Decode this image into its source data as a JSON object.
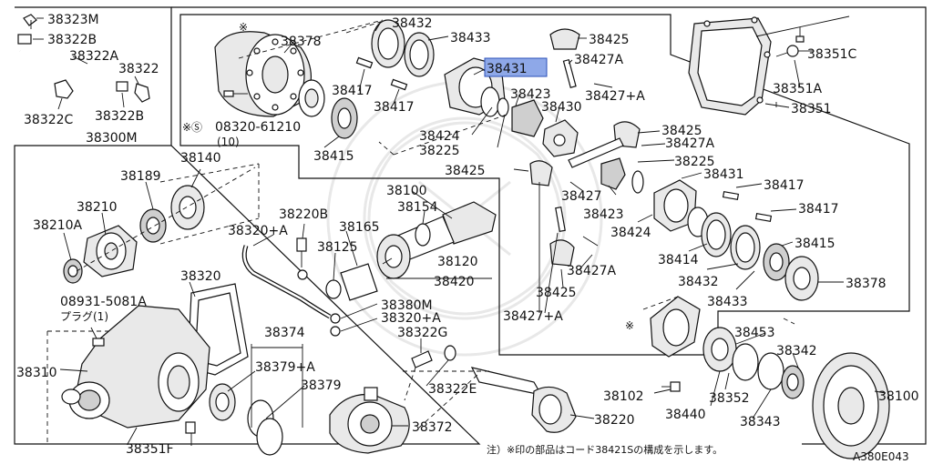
{
  "diagram_code": "A380E043",
  "footnote": "注）※印の部品はコード38421Sの構成を示します。",
  "highlighted_part": "38431",
  "highlight_color": "#8ea8e8",
  "labels": {
    "p38323M": "38323M",
    "p38322B_top": "38322B",
    "p38322A": "38322A",
    "p38322": "38322",
    "p38322C": "38322C",
    "p38322B_bot": "38322B",
    "p38300M": "38300M",
    "p38378_top": "38378",
    "p38432_top": "38432",
    "p38433_top": "38433",
    "p38425_top": "38425",
    "p38431_top": "38431",
    "p38427A_top": "38427A",
    "p38427pA_top": "38427+A",
    "p38417_a": "38417",
    "p38417_b": "38417",
    "p38423_top": "38423",
    "p38430": "38430",
    "p38424_top": "38424",
    "p38225_top": "38225",
    "p08320": "08320-61210",
    "p08320_qty": "(10)",
    "p38415_top": "38415",
    "p38425_mid": "38425",
    "p38427A_mid": "38427A",
    "p38225_mid": "38225",
    "p38425_left": "38425",
    "p38431_mid": "38431",
    "p38417_c": "38417",
    "p38417_d": "38417",
    "p38427_mid": "38427",
    "p38423_mid": "38423",
    "p38424_mid": "38424",
    "p38415_mid": "38415",
    "p38414": "38414",
    "p38432_mid": "38432",
    "p38378_mid": "38378",
    "p38433_mid": "38433",
    "p38427A_low": "38427A",
    "p38425_low": "38425",
    "p38427pA_low": "38427+A",
    "p38453": "38453",
    "p38342": "38342",
    "p38351": "38351",
    "p38351A": "38351A",
    "p38351C": "38351C",
    "p38140": "38140",
    "p38189": "38189",
    "p38210": "38210",
    "p38210A": "38210A",
    "p38100_top": "38100",
    "p38154": "38154",
    "p38220B": "38220B",
    "p38165": "38165",
    "p38320pA_top": "38320+A",
    "p38125": "38125",
    "p38120": "38120",
    "p38320": "38320",
    "p38420": "38420",
    "p08931": "08931-5081A",
    "p08931_plug": "プラグ(1)",
    "p38380M": "38380M",
    "p38320pA_low": "38320+A",
    "p38374": "38374",
    "p38322G": "38322G",
    "p38310": "38310",
    "p38379pA": "38379+A",
    "p38379": "38379",
    "p38322E": "38322E",
    "p38102": "38102",
    "p38352": "38352",
    "p38440": "38440",
    "p38343": "38343",
    "p38100_low": "38100",
    "p38220": "38220",
    "p38372": "38372",
    "p38351F": "38351F",
    "star": "※",
    "star_s": "※Ⓢ"
  }
}
